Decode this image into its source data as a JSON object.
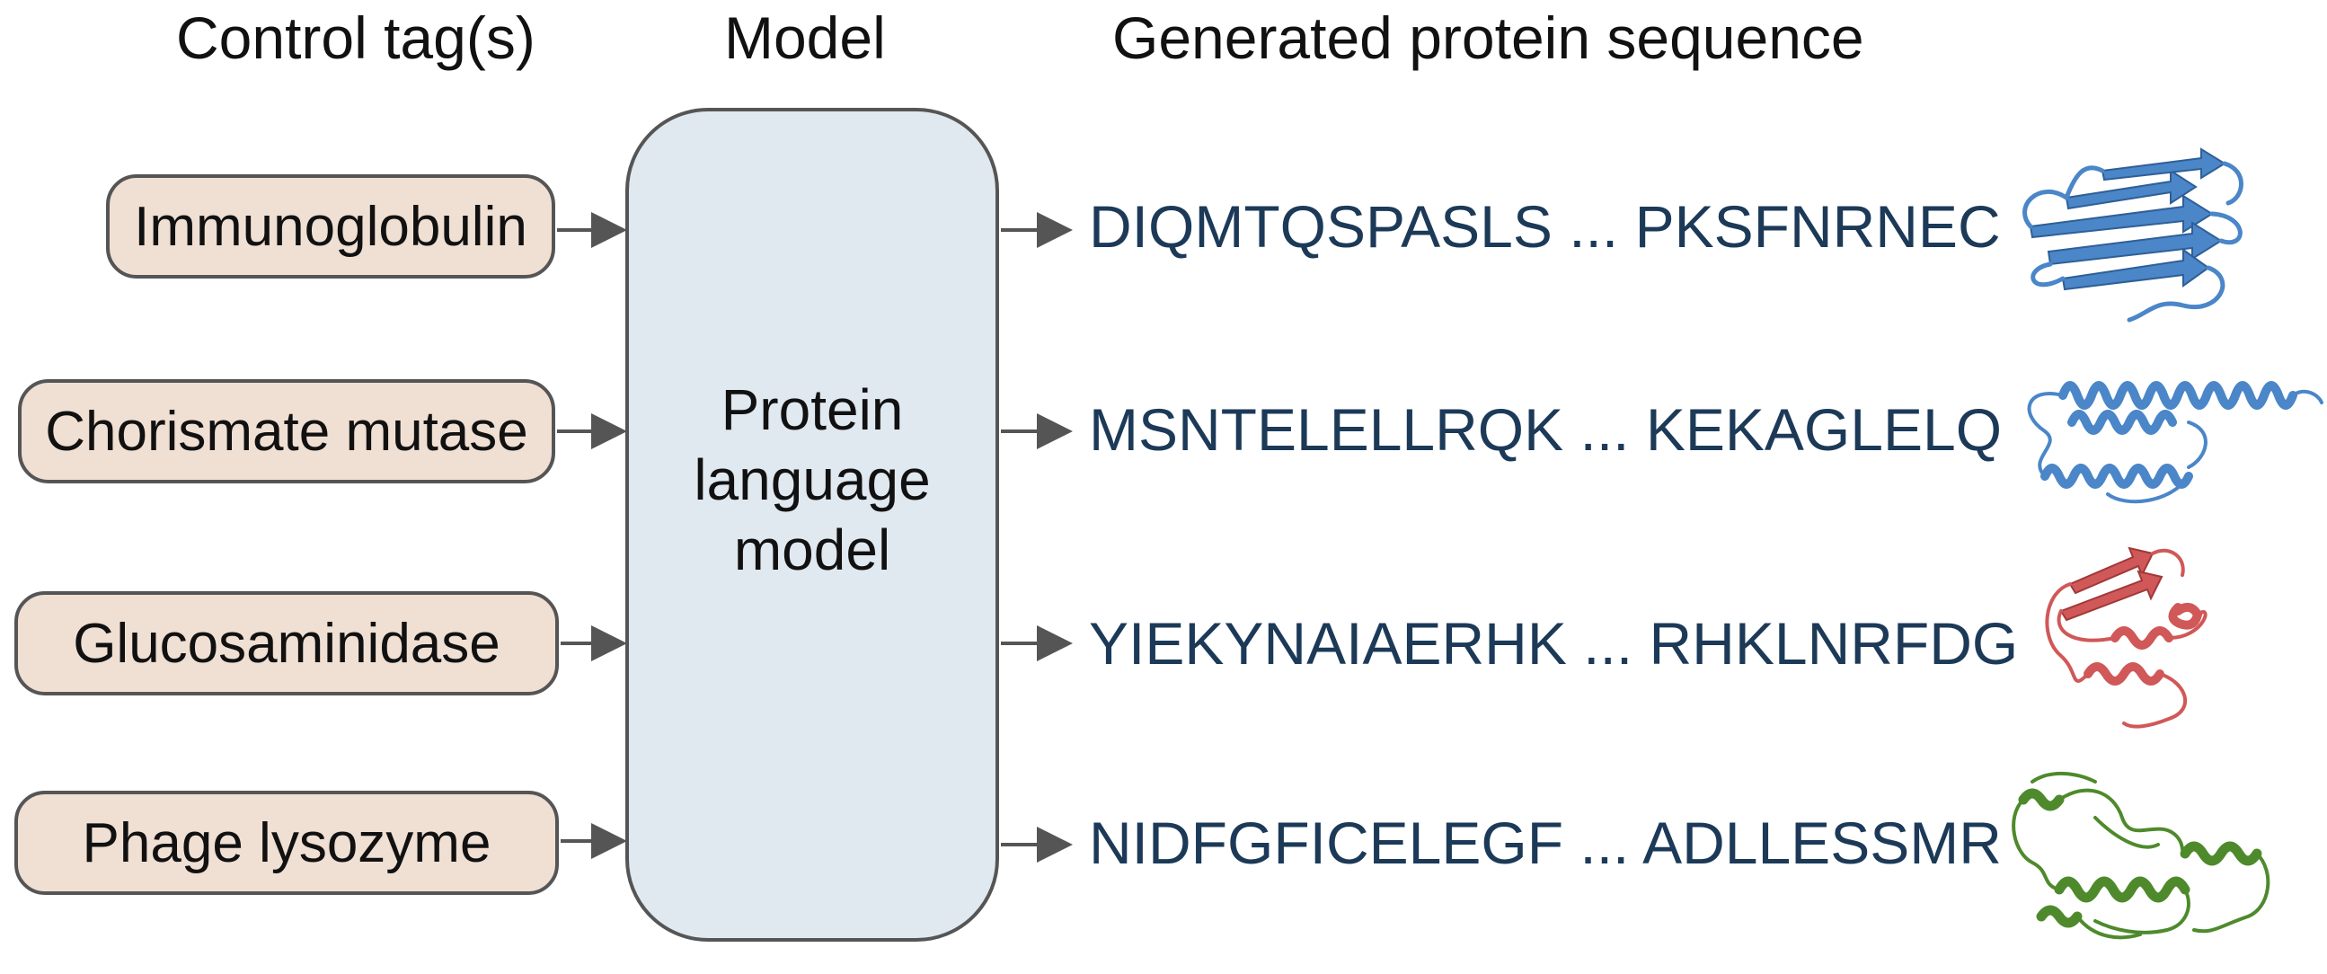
{
  "headers": {
    "control_tags": "Control tag(s)",
    "model": "Model",
    "sequence": "Generated protein sequence"
  },
  "tags": [
    {
      "label": "Immunoglobulin"
    },
    {
      "label": "Chorismate mutase"
    },
    {
      "label": "Glucosaminidase"
    },
    {
      "label": "Phage lysozyme"
    }
  ],
  "model": {
    "label_lines": [
      "Protein",
      "language",
      "model"
    ]
  },
  "sequences": [
    {
      "text": "DIQMTQSPASLS ... PKSFNRNEC",
      "structure_color": "#4a86c8"
    },
    {
      "text": "MSNTELELLRQK ... KEKAGLELQ",
      "structure_color": "#4a86c8"
    },
    {
      "text": "YIEKYNAIAERHK ... RHKLNRFDG",
      "structure_color": "#d05858"
    },
    {
      "text": "NIDFGFICELEGF ... ADLLESSMR",
      "structure_color": "#4e8a2c"
    }
  ]
}
